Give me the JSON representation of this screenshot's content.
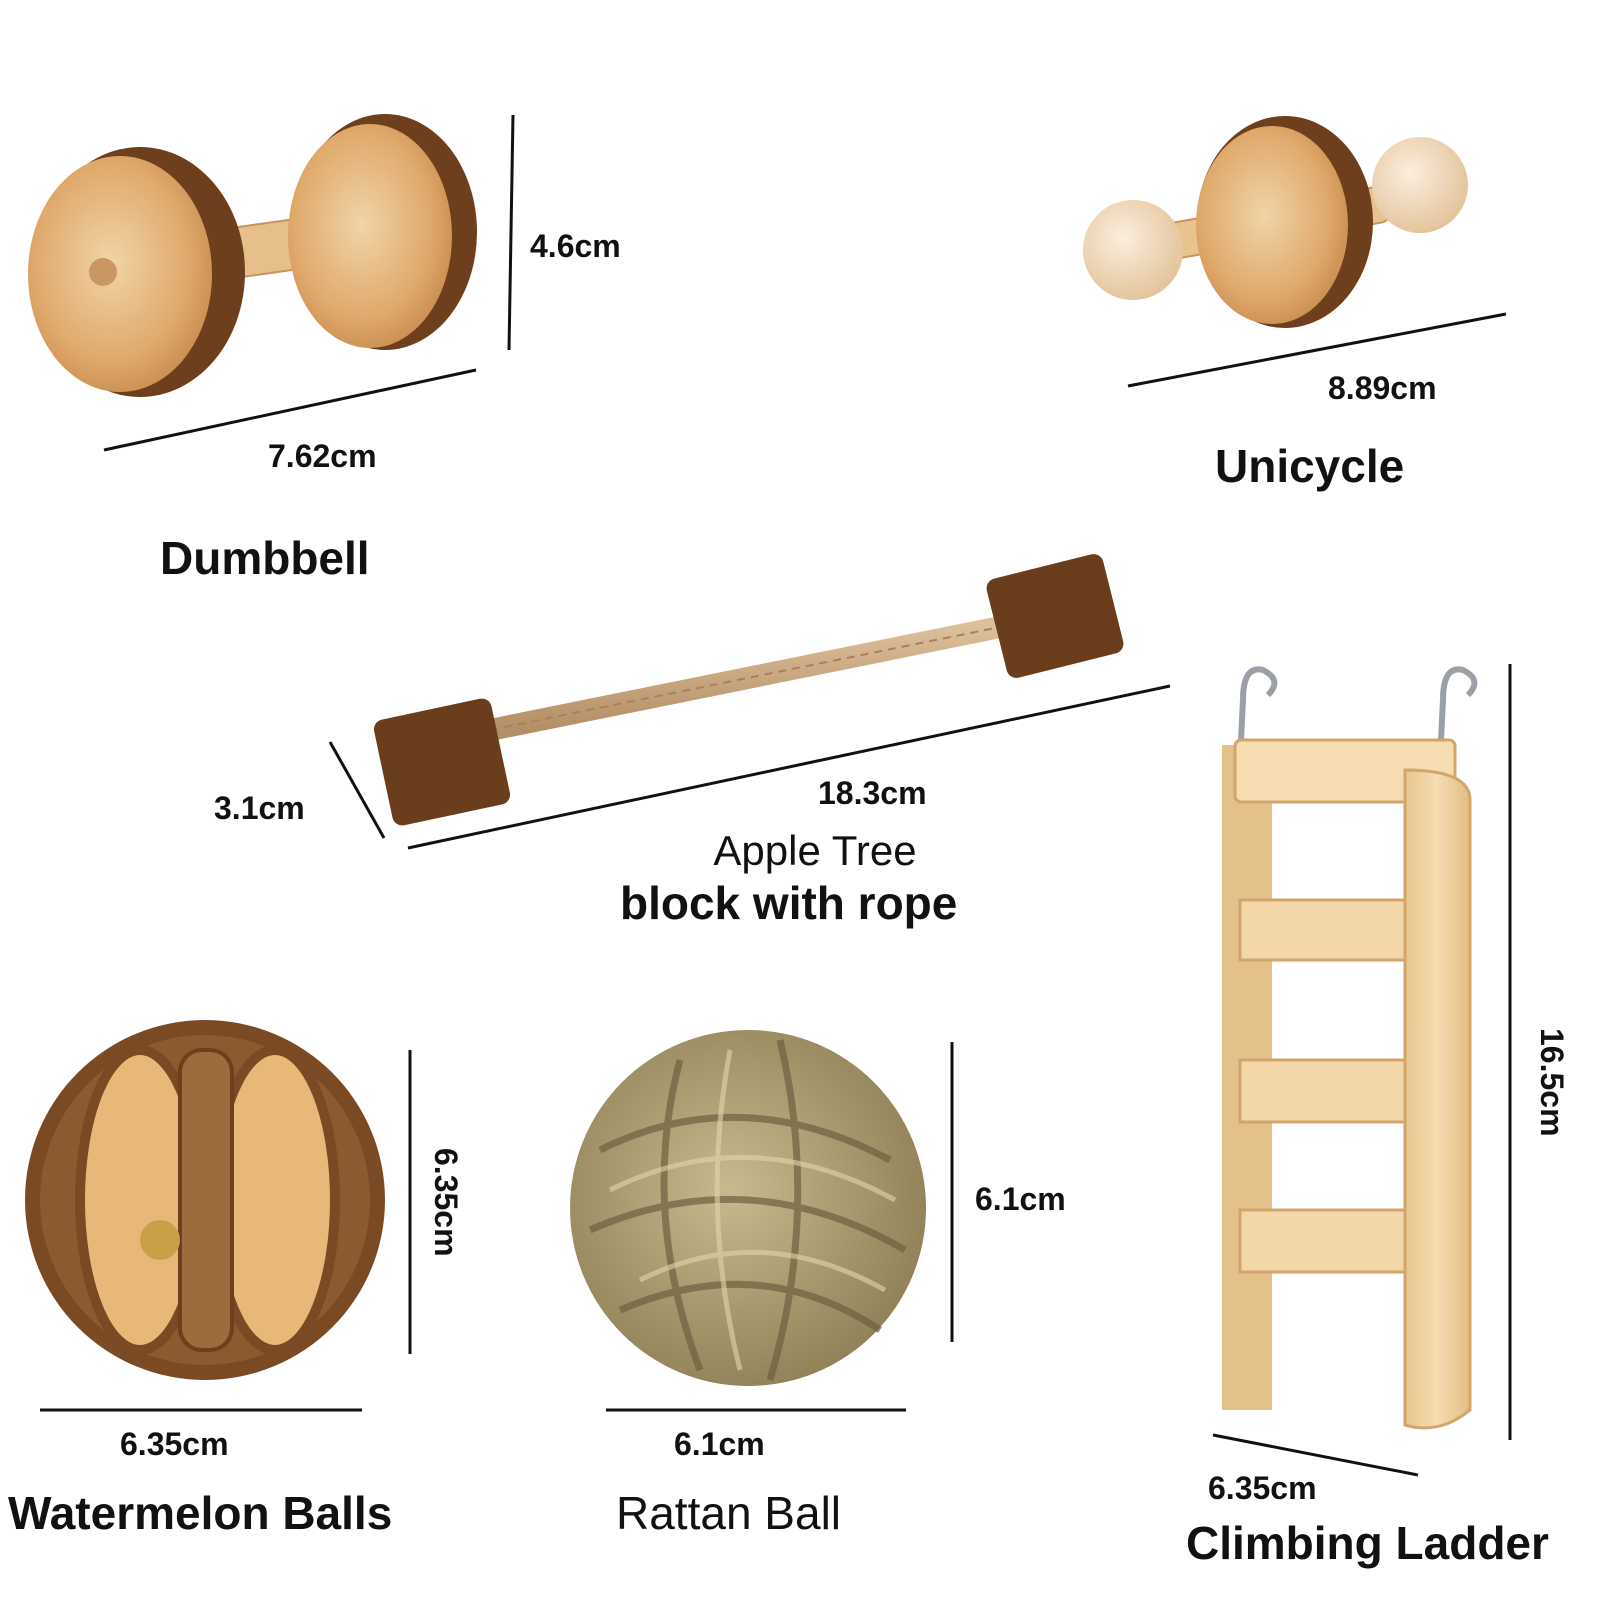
{
  "items": {
    "dumbbell": {
      "name": "Dumbbell",
      "length": "7.62cm",
      "height": "4.6cm"
    },
    "unicycle": {
      "name": "Unicycle",
      "length": "8.89cm"
    },
    "apple_block": {
      "name_line1": "Apple Tree",
      "name_line2": "block with rope",
      "length": "18.3cm",
      "height": "3.1cm"
    },
    "watermelon": {
      "name": "Watermelon Balls",
      "width": "6.35cm",
      "height": "6.35cm"
    },
    "rattan": {
      "name": "Rattan Ball",
      "width": "6.1cm",
      "height": "6.1cm"
    },
    "ladder": {
      "name": "Climbing Ladder",
      "width": "6.35cm",
      "height": "16.5cm"
    }
  },
  "colors": {
    "bark": "#7a4a25",
    "bark_dark": "#5a3418",
    "wood_light": "#e9c79a",
    "wood_mid": "#d9a66c",
    "ladder_wood": "#f0d2a0",
    "rope": "#caa882",
    "rattan": "#b3a37a",
    "line": "#111111"
  }
}
